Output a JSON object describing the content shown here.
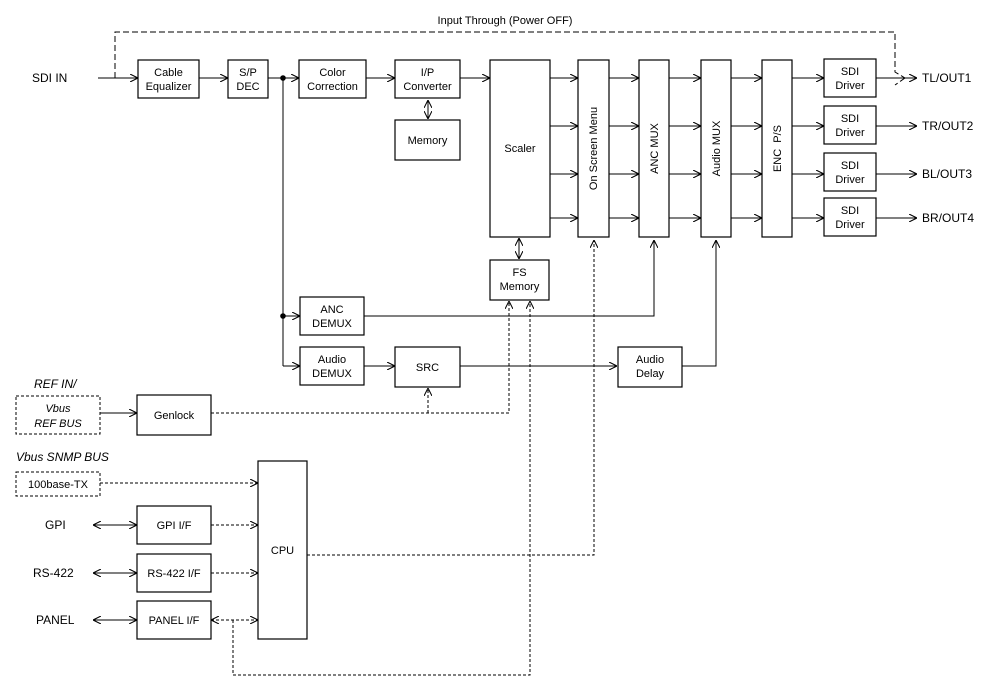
{
  "top_label": "Input Through (Power OFF)",
  "inputs": {
    "sdi_in": "SDI IN",
    "ref_in": "REF IN/",
    "vbus_snmp": "Vbus SNMP BUS",
    "gpi": "GPI",
    "rs422": "RS-422",
    "panel": "PANEL"
  },
  "outputs": [
    "TL/OUT1",
    "TR/OUT2",
    "BL/OUT3",
    "BR/OUT4"
  ],
  "blocks": {
    "cable_equalizer": [
      "Cable",
      "Equalizer"
    ],
    "sp_dec": [
      "S/P",
      "DEC"
    ],
    "color_correction": [
      "Color",
      "Correction"
    ],
    "ip_converter": [
      "I/P",
      "Converter"
    ],
    "memory": "Memory",
    "scaler": "Scaler",
    "on_screen_menu": "On Screen Menu",
    "anc_mux": "ANC MUX",
    "audio_mux": "Audio MUX",
    "enc_ps": "ENC  P/S",
    "sdi_driver": [
      "SDI",
      "Driver"
    ],
    "fs_memory": [
      "FS",
      "Memory"
    ],
    "anc_demux": [
      "ANC",
      "DEMUX"
    ],
    "audio_demux": [
      "Audio",
      "DEMUX"
    ],
    "src": "SRC",
    "audio_delay": [
      "Audio",
      "Delay"
    ],
    "vbus_ref": [
      "Vbus",
      "REF BUS"
    ],
    "genlock": "Genlock",
    "base_tx": "100base-TX",
    "gpi_if": "GPI I/F",
    "rs422_if": "RS-422 I/F",
    "panel_if": "PANEL I/F",
    "cpu": "CPU"
  }
}
